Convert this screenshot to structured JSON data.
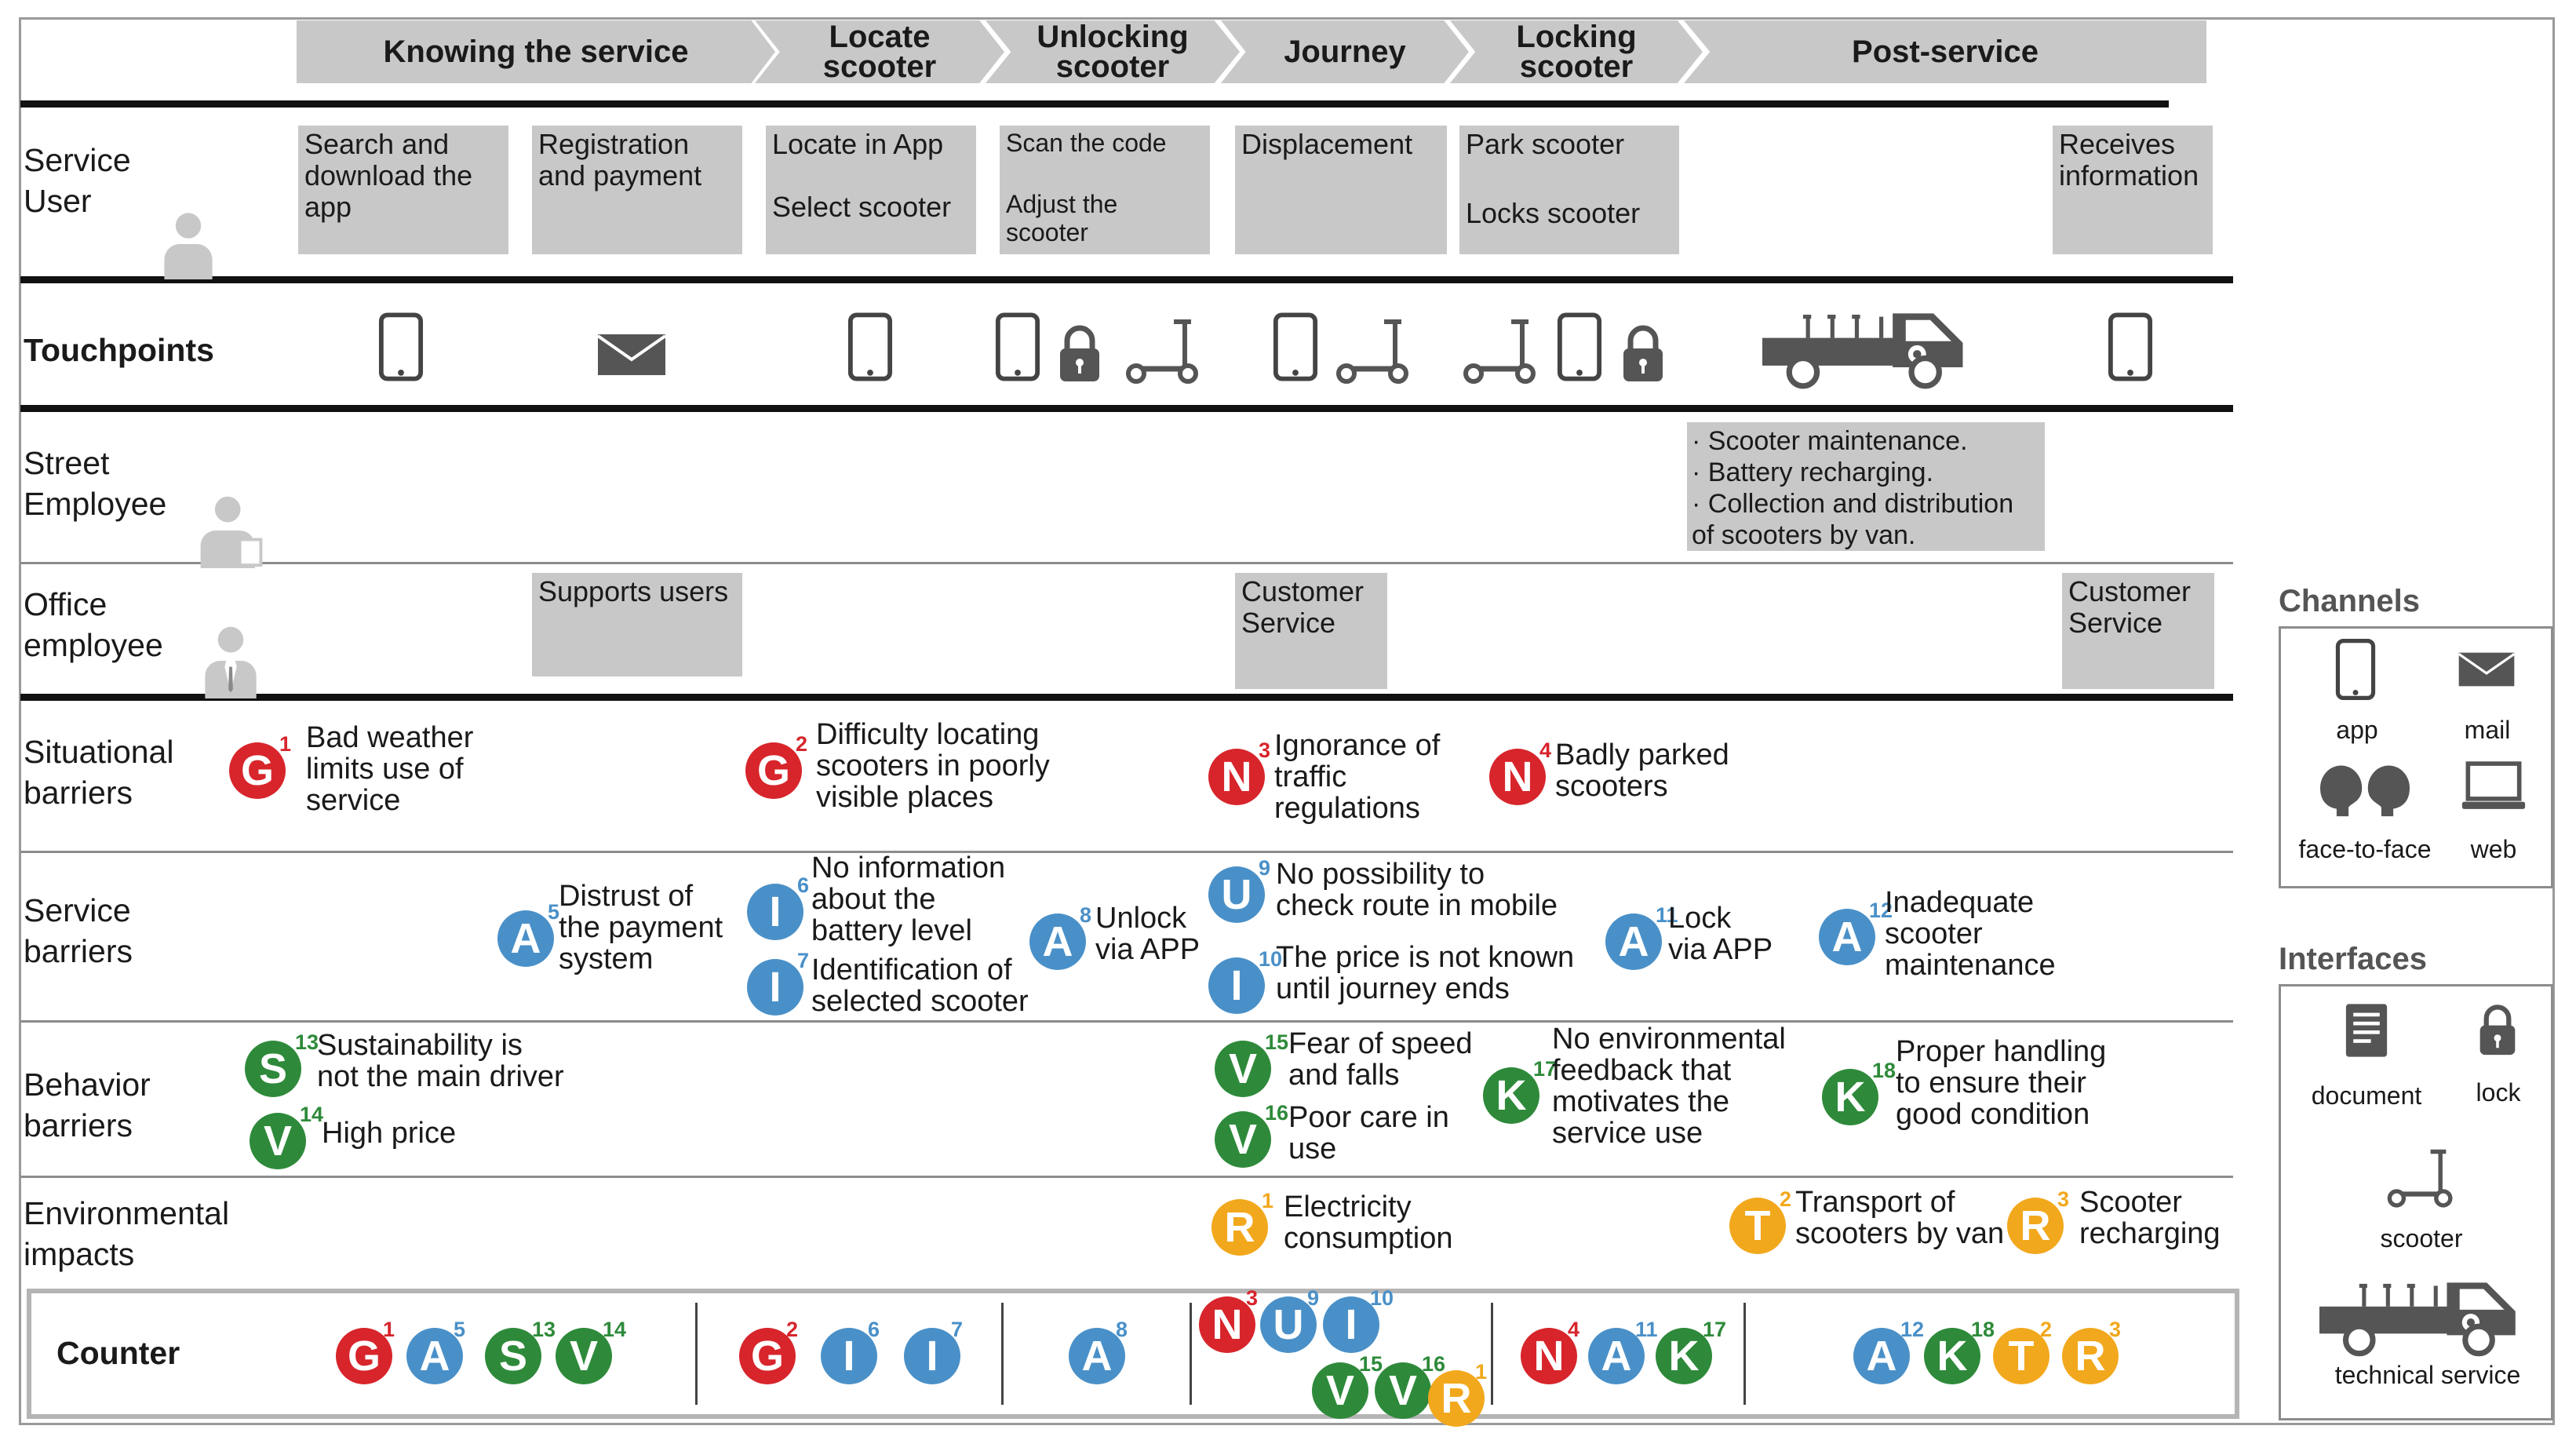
{
  "colors": {
    "G": "#d7252b",
    "N": "#d7252b",
    "A": "#4a90c8",
    "I": "#4a90c8",
    "U": "#4a90c8",
    "S": "#2e8a3a",
    "V": "#2e8a3a",
    "K": "#2e8a3a",
    "R": "#f2a81d",
    "T": "#f2a81d",
    "stage": "#c8c8c8",
    "box": "#c8c8c8"
  },
  "stages": [
    {
      "label": "Knowing the service"
    },
    {
      "label": "Locate scooter"
    },
    {
      "label": "Unlocking scooter"
    },
    {
      "label": "Journey"
    },
    {
      "label": "Locking scooter"
    },
    {
      "label": "Post-service"
    }
  ],
  "lanes": {
    "service_user": "Service User",
    "touchpoints": "Touchpoints",
    "street_employee": "Street Employee",
    "office_employee": "Office employee",
    "situational": "Situational barriers",
    "service": "Service barriers",
    "behavior": "Behavior barriers",
    "environmental": "Environmental impacts",
    "counter": "Counter"
  },
  "user_actions": [
    {
      "l1": "Search and",
      "l2": "download the",
      "l3": "app"
    },
    {
      "l1": "Registration",
      "l2": "and payment"
    },
    {
      "l1": "Locate in App",
      "l2": "Select scooter"
    },
    {
      "l1": "Scan the code",
      "l2": "Adjust the",
      "l3": "scooter"
    },
    {
      "l1": "Displacement"
    },
    {
      "l1": "Park  scooter",
      "l2": "Locks  scooter"
    },
    {
      "l1": "Receives",
      "l2": "information"
    }
  ],
  "touchpoint_icons": [
    "phone-icon",
    "mail-icon",
    "phone-icon",
    "phone-icon",
    "lock-icon",
    "scooter-icon",
    "phone-icon",
    "scooter-icon",
    "scooter-icon",
    "phone-icon",
    "lock-icon",
    "truck-icon",
    "phone-icon"
  ],
  "street_employee_box": {
    "l1": "· Scooter maintenance.",
    "l2": "· Battery recharging.",
    "l3": "· Collection and distribution",
    "l4": "of scooters by van."
  },
  "office_boxes": [
    {
      "l1": "Supports users"
    },
    {
      "l1": "Customer",
      "l2": "Service"
    },
    {
      "l1": "Customer",
      "l2": "Service"
    }
  ],
  "barriers": {
    "situational": [
      {
        "letter": "G",
        "num": "1",
        "l1": "Bad weather",
        "l2": "limits use of",
        "l3": "service"
      },
      {
        "letter": "G",
        "num": "2",
        "l1": "Difficulty locating",
        "l2": "scooters in poorly",
        "l3": "visible places"
      },
      {
        "letter": "N",
        "num": "3",
        "l1": "Ignorance of",
        "l2": "traffic",
        "l3": "regulations"
      },
      {
        "letter": "N",
        "num": "4",
        "l1": "Badly parked",
        "l2": "scooters"
      }
    ],
    "service": [
      {
        "letter": "A",
        "num": "5",
        "l1": "Distrust of",
        "l2": "the payment",
        "l3": "system"
      },
      {
        "letter": "I",
        "num": "6",
        "l1": "No information",
        "l2": "about the",
        "l3": "battery level"
      },
      {
        "letter": "I",
        "num": "7",
        "l1": "Identification of",
        "l2": "selected scooter"
      },
      {
        "letter": "A",
        "num": "8",
        "l1": "Unlock",
        "l2": "via APP"
      },
      {
        "letter": "U",
        "num": "9",
        "l1": "No possibility to",
        "l2": "check route in  mobile"
      },
      {
        "letter": "I",
        "num": "10",
        "l1": "The price  is not known",
        "l2": "until journey ends"
      },
      {
        "letter": "A",
        "num": "11",
        "l1": "Lock",
        "l2": "via APP"
      },
      {
        "letter": "A",
        "num": "12",
        "l1": "Inadequate",
        "l2": "scooter",
        "l3": "maintenance"
      }
    ],
    "behavior": [
      {
        "letter": "S",
        "num": "13",
        "l1": "Sustainability is",
        "l2": "not the main driver"
      },
      {
        "letter": "V",
        "num": "14",
        "l1": "High price"
      },
      {
        "letter": "V",
        "num": "15",
        "l1": "Fear of speed",
        "l2": "and falls"
      },
      {
        "letter": "V",
        "num": "16",
        "l1": "Poor care in",
        "l2": "use"
      },
      {
        "letter": "K",
        "num": "17",
        "l1": "No environmental",
        "l2": "feedback that",
        "l3": "motivates the",
        "l4": "service use"
      },
      {
        "letter": "K",
        "num": "18",
        "l1": "Proper handling",
        "l2": "to ensure their",
        "l3": "good condition"
      }
    ],
    "environmental": [
      {
        "letter": "R",
        "num": "1",
        "l1": "Electricity",
        "l2": "consumption"
      },
      {
        "letter": "T",
        "num": "2",
        "l1": "Transport of",
        "l2": "scooters by van"
      },
      {
        "letter": "R",
        "num": "3",
        "l1": "Scooter",
        "l2": "recharging"
      }
    ]
  },
  "counter": [
    {
      "letter": "G",
      "num": "1"
    },
    {
      "letter": "A",
      "num": "5"
    },
    {
      "letter": "S",
      "num": "13"
    },
    {
      "letter": "V",
      "num": "14"
    },
    {
      "letter": "G",
      "num": "2"
    },
    {
      "letter": "I",
      "num": "6"
    },
    {
      "letter": "I",
      "num": "7"
    },
    {
      "letter": "A",
      "num": "8"
    },
    {
      "letter": "N",
      "num": "3"
    },
    {
      "letter": "U",
      "num": "9"
    },
    {
      "letter": "I",
      "num": "10"
    },
    {
      "letter": "V",
      "num": "15"
    },
    {
      "letter": "V",
      "num": "16"
    },
    {
      "letter": "R",
      "num": "1"
    },
    {
      "letter": "N",
      "num": "4"
    },
    {
      "letter": "A",
      "num": "11"
    },
    {
      "letter": "K",
      "num": "17"
    },
    {
      "letter": "A",
      "num": "12"
    },
    {
      "letter": "K",
      "num": "18"
    },
    {
      "letter": "T",
      "num": "2"
    },
    {
      "letter": "R",
      "num": "3"
    }
  ],
  "legend": {
    "channels_title": "Channels",
    "channels": [
      {
        "label": "app",
        "icon": "phone-icon"
      },
      {
        "label": "mail",
        "icon": "mail-icon"
      },
      {
        "label": "face-to-face",
        "icon": "face-to-face-icon"
      },
      {
        "label": "web",
        "icon": "laptop-icon"
      }
    ],
    "interfaces_title": "Interfaces",
    "interfaces": [
      {
        "label": "document",
        "icon": "document-icon"
      },
      {
        "label": "lock",
        "icon": "lock-icon"
      },
      {
        "label": "scooter",
        "icon": "scooter-icon"
      },
      {
        "label": "technical service",
        "icon": "truck-icon"
      }
    ]
  }
}
